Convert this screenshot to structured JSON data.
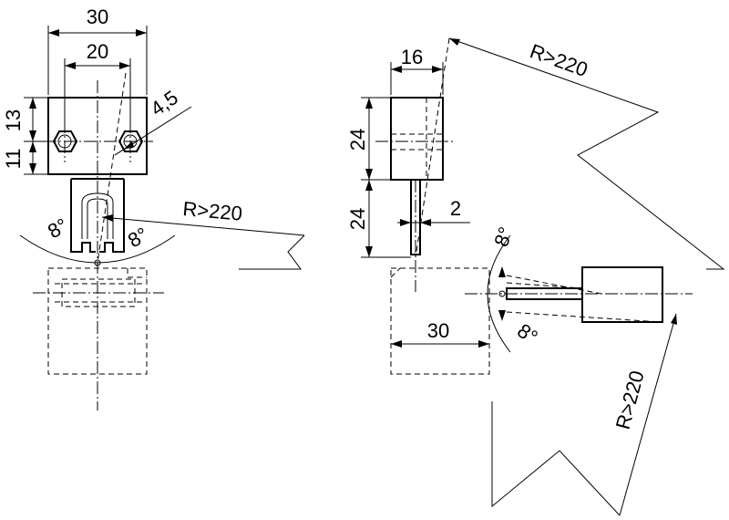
{
  "drawing": {
    "left_view": {
      "dim_overall_width": "30",
      "dim_hole_spacing": "20",
      "dim_hole_diameter": "4,5",
      "dim_upper_height": "13",
      "dim_lower_height": "11",
      "radius": "R>220",
      "angle_left": "8°",
      "angle_right": "8°"
    },
    "right_view": {
      "dim_thickness": "16",
      "dim_body_height": "24",
      "dim_tongue_length": "24",
      "dim_tongue_width": "2",
      "dim_base_width": "30",
      "radius_top": "R>220",
      "radius_bottom": "R>220",
      "angle_top": "8°",
      "angle_bottom": "8°"
    }
  }
}
